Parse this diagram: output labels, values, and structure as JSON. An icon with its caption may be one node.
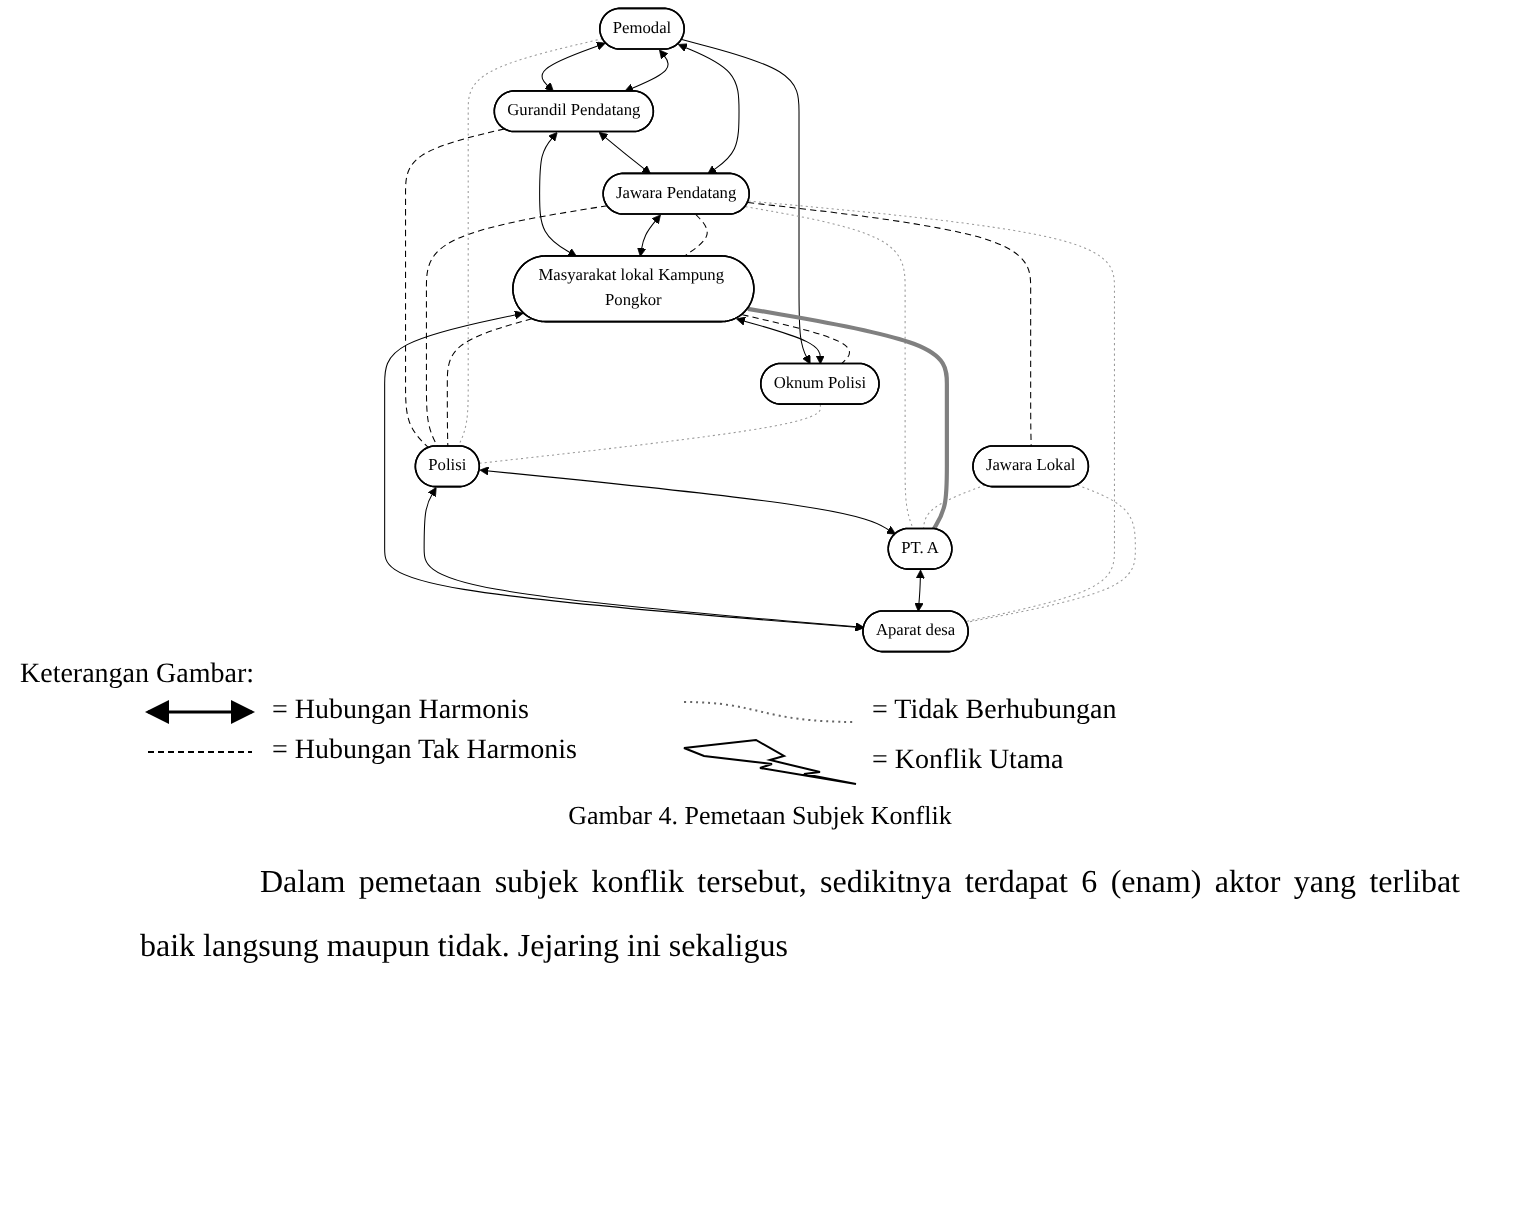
{
  "diagram": {
    "caption": "Gambar 4. Pemetaan Subjek Konflik",
    "nodes": [
      {
        "text": [
          "Gurandil Pendatang"
        ]
      },
      {
        "text": [
          "Jawara Pendatang"
        ]
      },
      {
        "text": [
          "Pemodal"
        ]
      },
      {
        "text": [
          "Masyarakat lokal Kampung Pongkor"
        ]
      },
      {
        "text": [
          "Jawara Lokal"
        ]
      },
      {
        "text": [
          "Oknum Polisi"
        ]
      },
      {
        "text": [
          "Polisi"
        ]
      },
      {
        "text": [
          "PT. A"
        ]
      },
      {
        "text": [
          "Aparat desa"
        ]
      }
    ],
    "edges": [
      {
        "from": 0,
        "to": 1,
        "arrow": "both"
      },
      {
        "from": 0,
        "to": 3,
        "arrow": "both"
      },
      {
        "from": 2,
        "to": 0,
        "arrow": "both"
      },
      {
        "from": 2,
        "to": 0,
        "arrow": "both"
      },
      {
        "from": 2,
        "to": 1,
        "arrow": "both"
      },
      {
        "from": 2,
        "to": 5,
        "arrow": "to"
      },
      {
        "from": 3,
        "to": 5,
        "arrow": "both"
      },
      {
        "from": 1,
        "to": 3,
        "arrow": "both"
      },
      {
        "from": 3,
        "to": 8,
        "arrow": "both"
      },
      {
        "from": 6,
        "to": 7,
        "arrow": "both"
      },
      {
        "from": 6,
        "to": 8,
        "arrow": "both"
      },
      {
        "from": 7,
        "to": 8,
        "arrow": "both"
      },
      {
        "from": 0,
        "to": 6,
        "arrow": "none",
        "style": "dashed"
      },
      {
        "from": 1,
        "to": 3,
        "arrow": "none",
        "style": "dashed"
      },
      {
        "from": 1,
        "to": 6,
        "arrow": "none",
        "style": "dashed"
      },
      {
        "from": 1,
        "to": 4,
        "arrow": "none",
        "style": "dashed"
      },
      {
        "from": 3,
        "to": 6,
        "arrow": "none",
        "style": "dashed"
      },
      {
        "from": 3,
        "to": 5,
        "arrow": "none",
        "style": "dashed"
      },
      {
        "from": 2,
        "to": 6,
        "arrow": "none",
        "style": "dashed",
        "color": "#999999"
      },
      {
        "from": 5,
        "to": 6,
        "arrow": "none",
        "style": "dashed",
        "color": "#999999"
      },
      {
        "from": 1,
        "to": 7,
        "arrow": "none",
        "style": "dashed",
        "color": "#999999"
      },
      {
        "from": 1,
        "to": 8,
        "arrow": "none",
        "style": "dashed",
        "color": "#999999"
      },
      {
        "from": 4,
        "to": 7,
        "arrow": "none",
        "style": "dashed",
        "color": "#999999"
      },
      {
        "from": 4,
        "to": 8,
        "arrow": "none",
        "style": "dashed",
        "color": "#999999"
      },
      {
        "from": 3,
        "to": 7,
        "arrow": "none",
        "style": "thick",
        "color": "#808080"
      }
    ],
    "labels": [
      "Keterangan Gambar:",
      "Dalam pemetaan subjek konflik tersebut, sedikitnya terdapat 6 (enam) aktor yang terlibat baik langsung maupun tidak. Jejaring ini sekaligus"
    ],
    "legend": [
      {
        "text": "= Hubungan Harmonis"
      },
      {
        "text": "= Hubungan Tak Harmonis"
      },
      {
        "text": "= Tidak Berhubungan"
      },
      {
        "text": "= Konflik Utama"
      }
    ]
  }
}
